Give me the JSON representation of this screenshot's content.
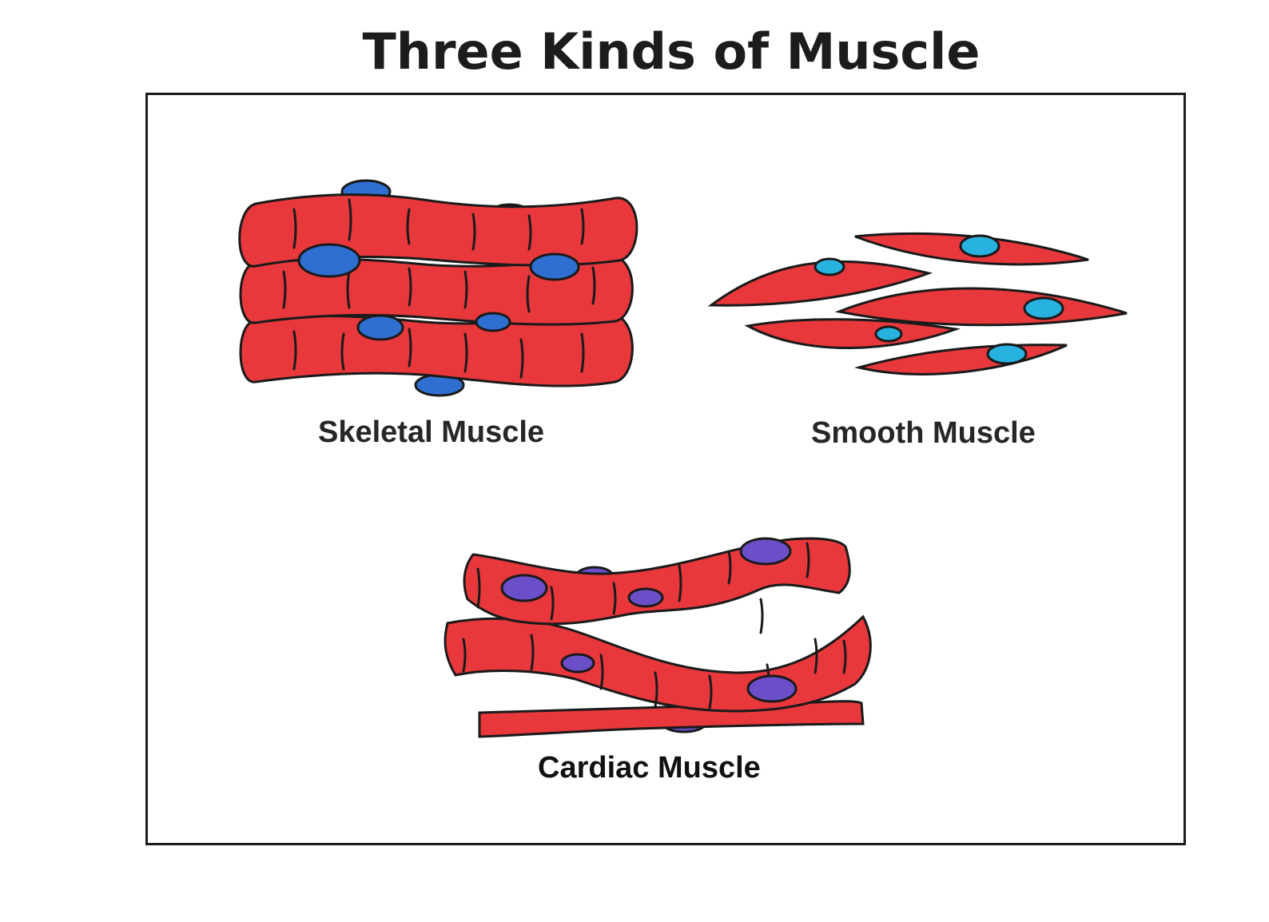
{
  "title": "Three Kinds of Muscle",
  "labels": {
    "skeletal": "Skeletal Muscle",
    "smooth": "Smooth Muscle",
    "cardiac": "Cardiac Muscle"
  },
  "colors": {
    "fiber": "#e8383c",
    "outline": "#1a1a1a",
    "skeletal_nucleus": "#2f6fd1",
    "smooth_nucleus": "#27b2e0",
    "cardiac_nucleus": "#6a4fc8"
  }
}
